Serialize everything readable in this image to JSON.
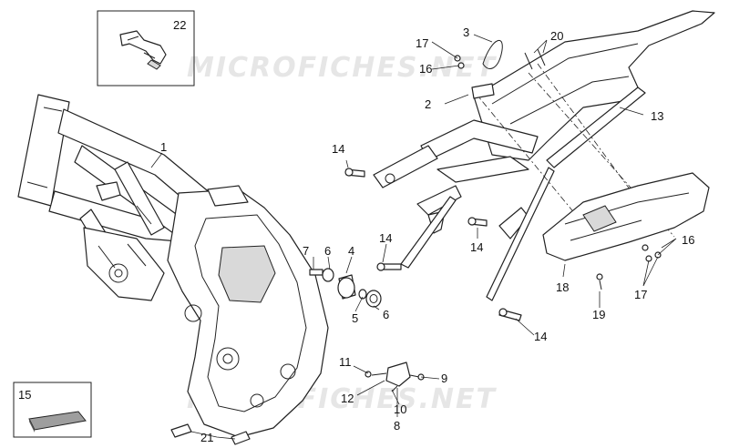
{
  "watermarks": [
    "MICROFICHES.NET",
    "MICROFICHES.NET"
  ],
  "callouts": {
    "c1": "1",
    "c2": "2",
    "c3": "3",
    "c4": "4",
    "c5": "5",
    "c6a": "6",
    "c6b": "6",
    "c7": "7",
    "c8": "8",
    "c9": "9",
    "c10": "10",
    "c11": "11",
    "c12": "12",
    "c13": "13",
    "c14a": "14",
    "c14b": "14",
    "c14c": "14",
    "c14d": "14",
    "c15": "15",
    "c16a": "16",
    "c16b": "16",
    "c17a": "17",
    "c17b": "17",
    "c18": "18",
    "c19": "19",
    "c20": "20",
    "c21": "21",
    "c22": "22"
  }
}
